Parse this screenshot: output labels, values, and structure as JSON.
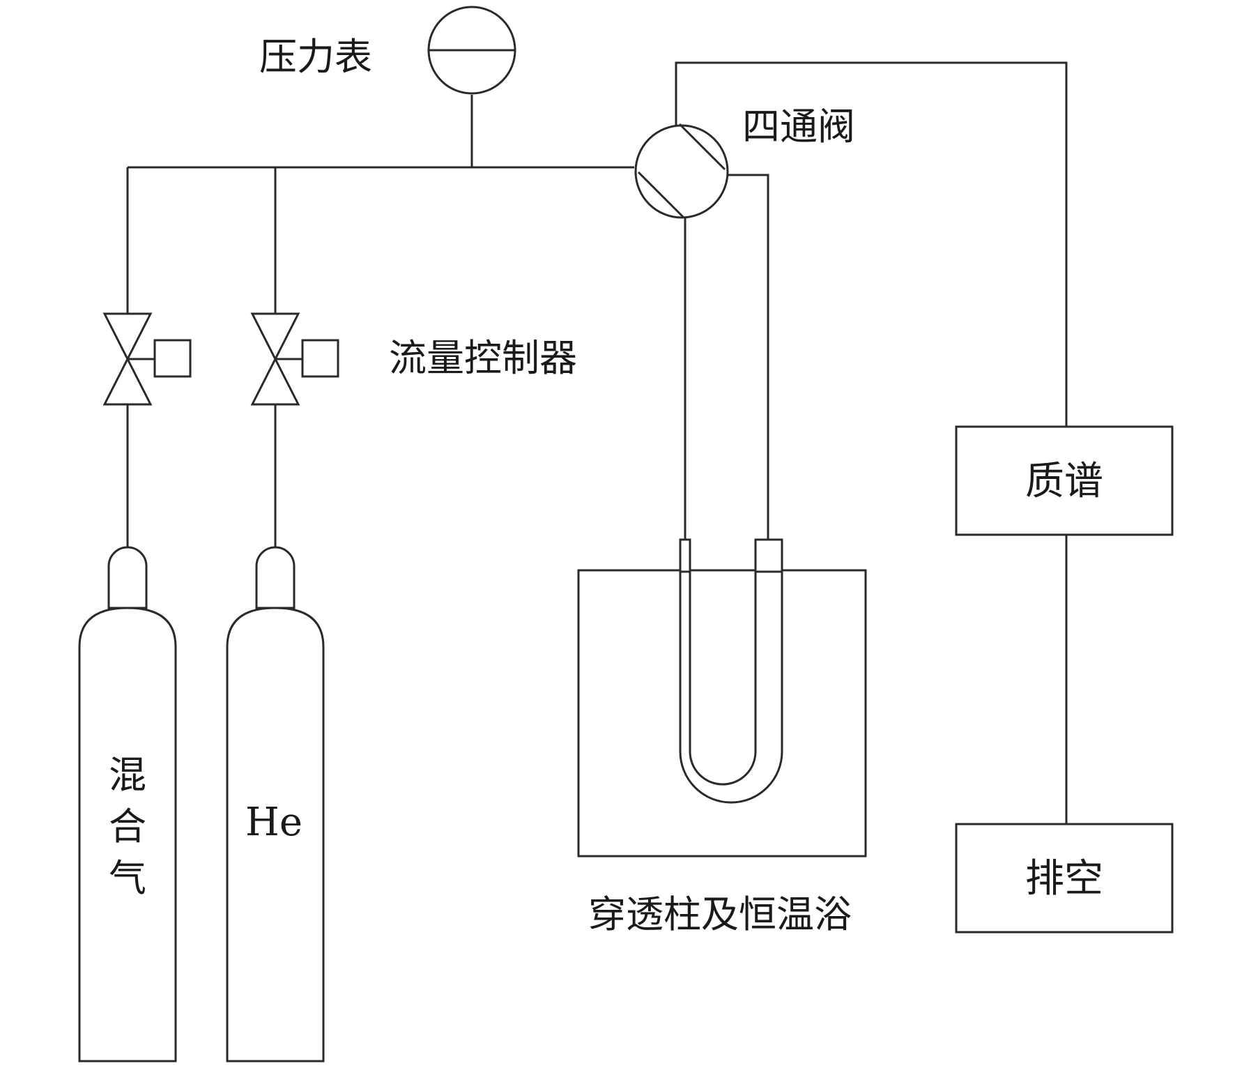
{
  "labels": {
    "pressure_gauge": "压力表",
    "four_way_valve": "四通阀",
    "flow_controller": "流量控制器",
    "mass_spec": "质谱",
    "vent": "排空",
    "column_bath": "穿透柱及恒温浴",
    "cylinder_mixed": [
      "混",
      "合",
      "气"
    ],
    "cylinder_he": "He"
  },
  "colors": {
    "line": "#2a2a2a",
    "text": "#1a1a1a",
    "background": "#ffffff"
  }
}
